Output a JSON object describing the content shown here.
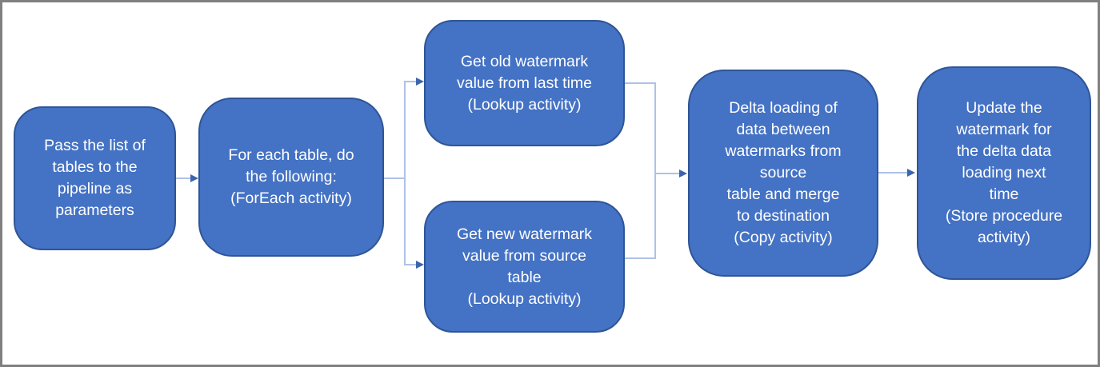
{
  "theme": {
    "background": "#ffffff",
    "frame-border": "#808080",
    "node-fill": "#4472c4",
    "node-border": "#2f5597",
    "node-text": "#ffffff",
    "connector": "#aec2e6",
    "arrow": "#3c65ad"
  },
  "diagram": {
    "nodes": [
      {
        "id": "pass-list-of-tables",
        "text": "Pass the list of\ntables to the\npipeline as\nparameters"
      },
      {
        "id": "foreach-table",
        "text": "For each table, do\nthe following:\n(ForEach activity)"
      },
      {
        "id": "get-old-watermark",
        "text": "Get old watermark\nvalue from last time\n(Lookup activity)"
      },
      {
        "id": "get-new-watermark",
        "text": "Get new watermark\nvalue from source\ntable\n(Lookup activity)"
      },
      {
        "id": "delta-loading",
        "text": "Delta loading of\ndata between\nwatermarks from\nsource\ntable and merge\nto destination\n(Copy activity)"
      },
      {
        "id": "update-watermark",
        "text": "Update the\nwatermark for\nthe delta data\nloading next\ntime\n(Store procedure\nactivity)"
      }
    ]
  }
}
